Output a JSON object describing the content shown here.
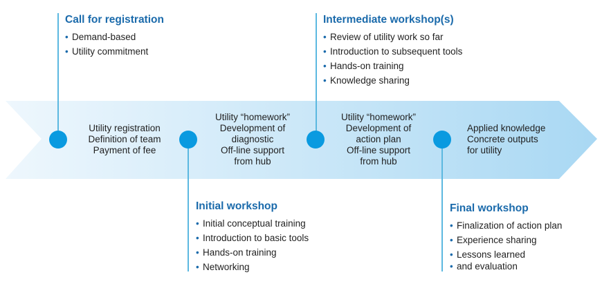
{
  "colors": {
    "arrow_light": "#eef7fd",
    "arrow_dark": "#a9d8f3",
    "dot": "#0a9ae0",
    "line": "#5bb8e0",
    "heading": "#1a6aab"
  },
  "callouts": [
    {
      "id": "call-for-registration",
      "title": "Call for registration",
      "items": [
        "Demand-based",
        "Utility commitment"
      ]
    },
    {
      "id": "intermediate-workshop",
      "title": "Intermediate workshop(s)",
      "items": [
        "Review of utility work so far",
        "Introduction to subsequent tools",
        "Hands-on training",
        "Knowledge sharing"
      ]
    },
    {
      "id": "initial-workshop",
      "title": "Initial workshop",
      "items": [
        "Initial conceptual training",
        "Introduction to basic tools",
        "Hands-on training",
        "Networking"
      ]
    },
    {
      "id": "final-workshop",
      "title": "Final workshop",
      "items": [
        "Finalization of action plan",
        "Experience sharing",
        "Lessons learned",
        "and evaluation"
      ]
    }
  ],
  "stages": [
    {
      "id": "stage-registration",
      "lines": [
        "Utility registration",
        "Definition of team",
        "Payment of fee"
      ]
    },
    {
      "id": "stage-homework-diagnostic",
      "lines": [
        "Utility “homework”",
        "Development of",
        "diagnostic",
        "Off-line support",
        "from hub"
      ]
    },
    {
      "id": "stage-homework-action-plan",
      "lines": [
        "Utility “homework”",
        "Development of",
        "action plan",
        "Off-line support",
        "from hub"
      ]
    },
    {
      "id": "stage-outcome",
      "lines": [
        "Applied knowledge",
        "Concrete outputs",
        "for utility"
      ]
    }
  ]
}
